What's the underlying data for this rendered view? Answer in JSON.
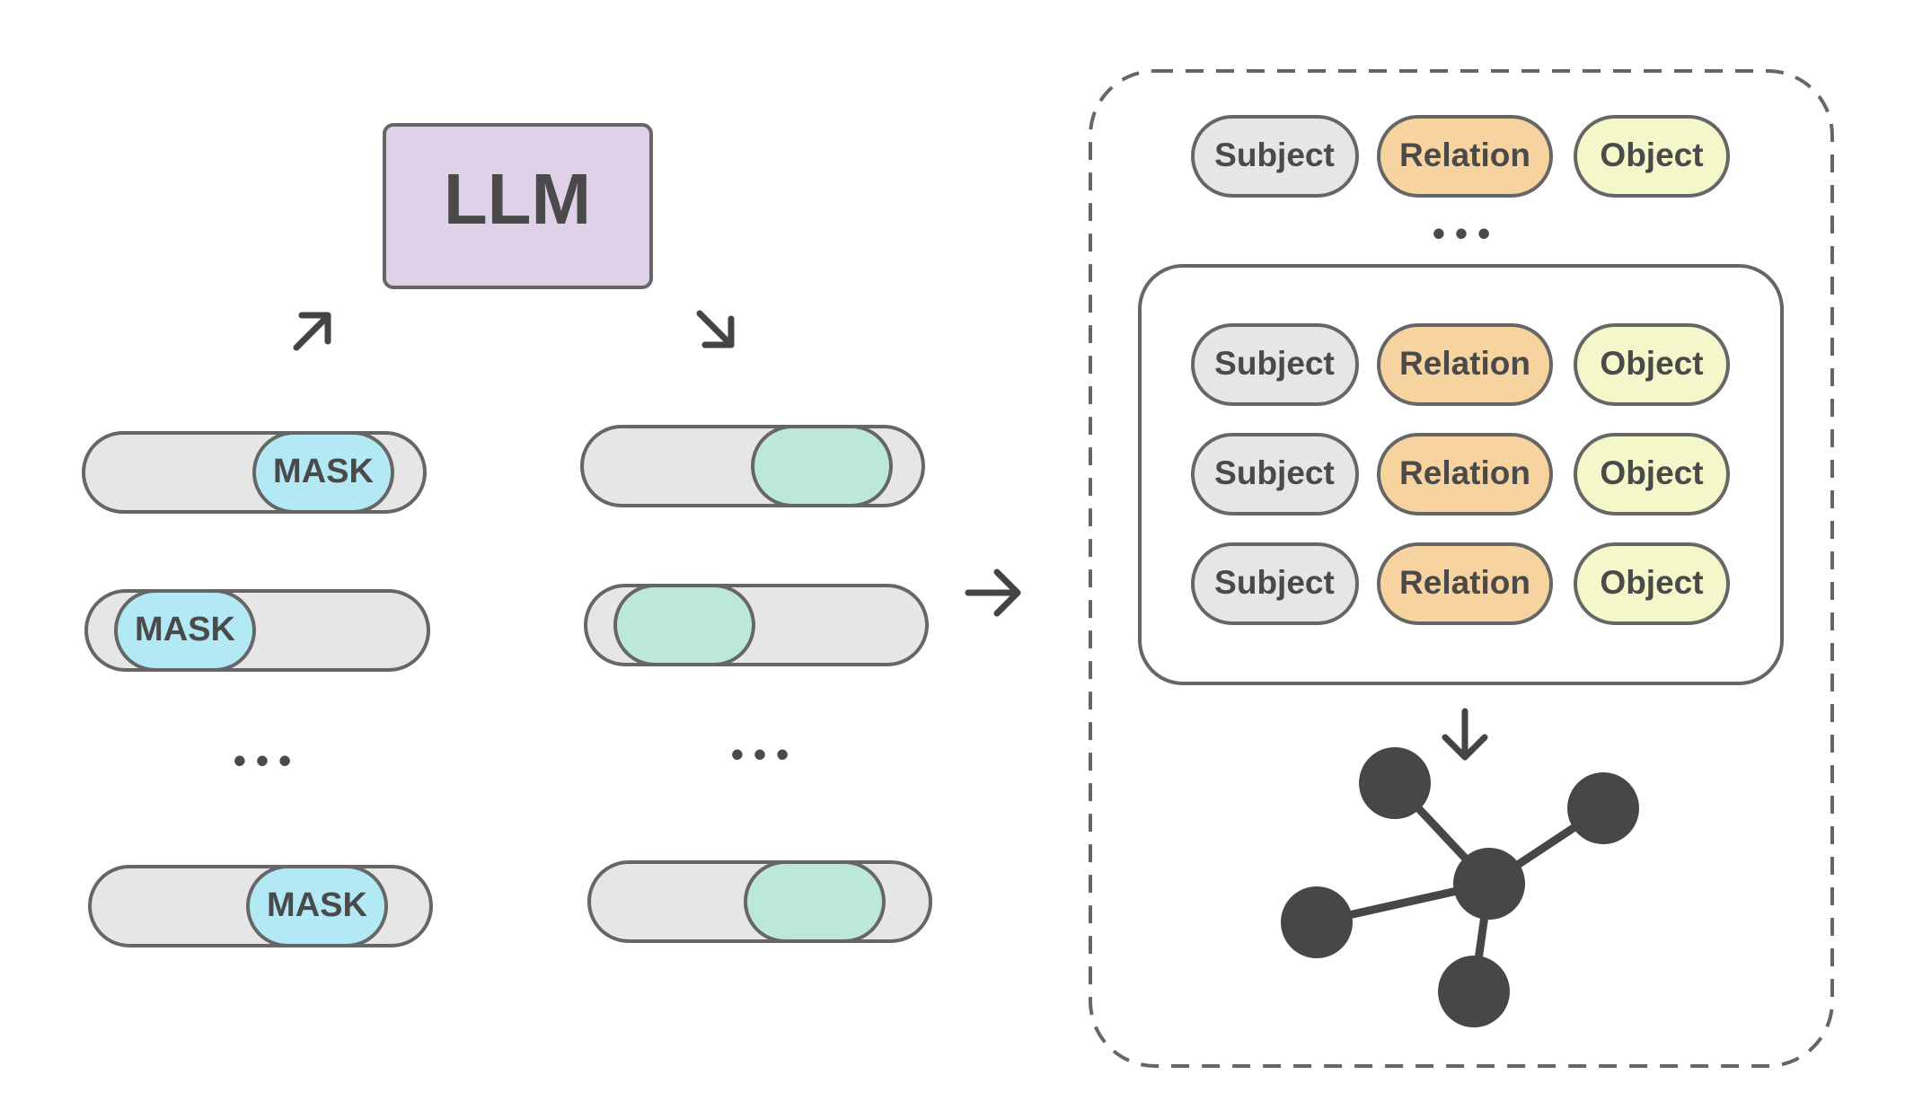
{
  "llm_box": {
    "label": "LLM",
    "color": "#e0d1e8"
  },
  "masked_inputs": {
    "token_label": "MASK",
    "pill_color": "#e6e6e6",
    "mask_color": "#b3e8f5",
    "ellipsis": "• • •"
  },
  "filled_outputs": {
    "fill_color": "#bce8d8",
    "ellipsis": "• • •"
  },
  "triples": {
    "subject_label": "Subject",
    "relation_label": "Relation",
    "object_label": "Object",
    "subject_color": "#e6e6e6",
    "relation_color": "#f7d39f",
    "object_color": "#f3f7c9",
    "ellipsis": "• • •"
  },
  "graph": {
    "node_color": "#474747"
  }
}
